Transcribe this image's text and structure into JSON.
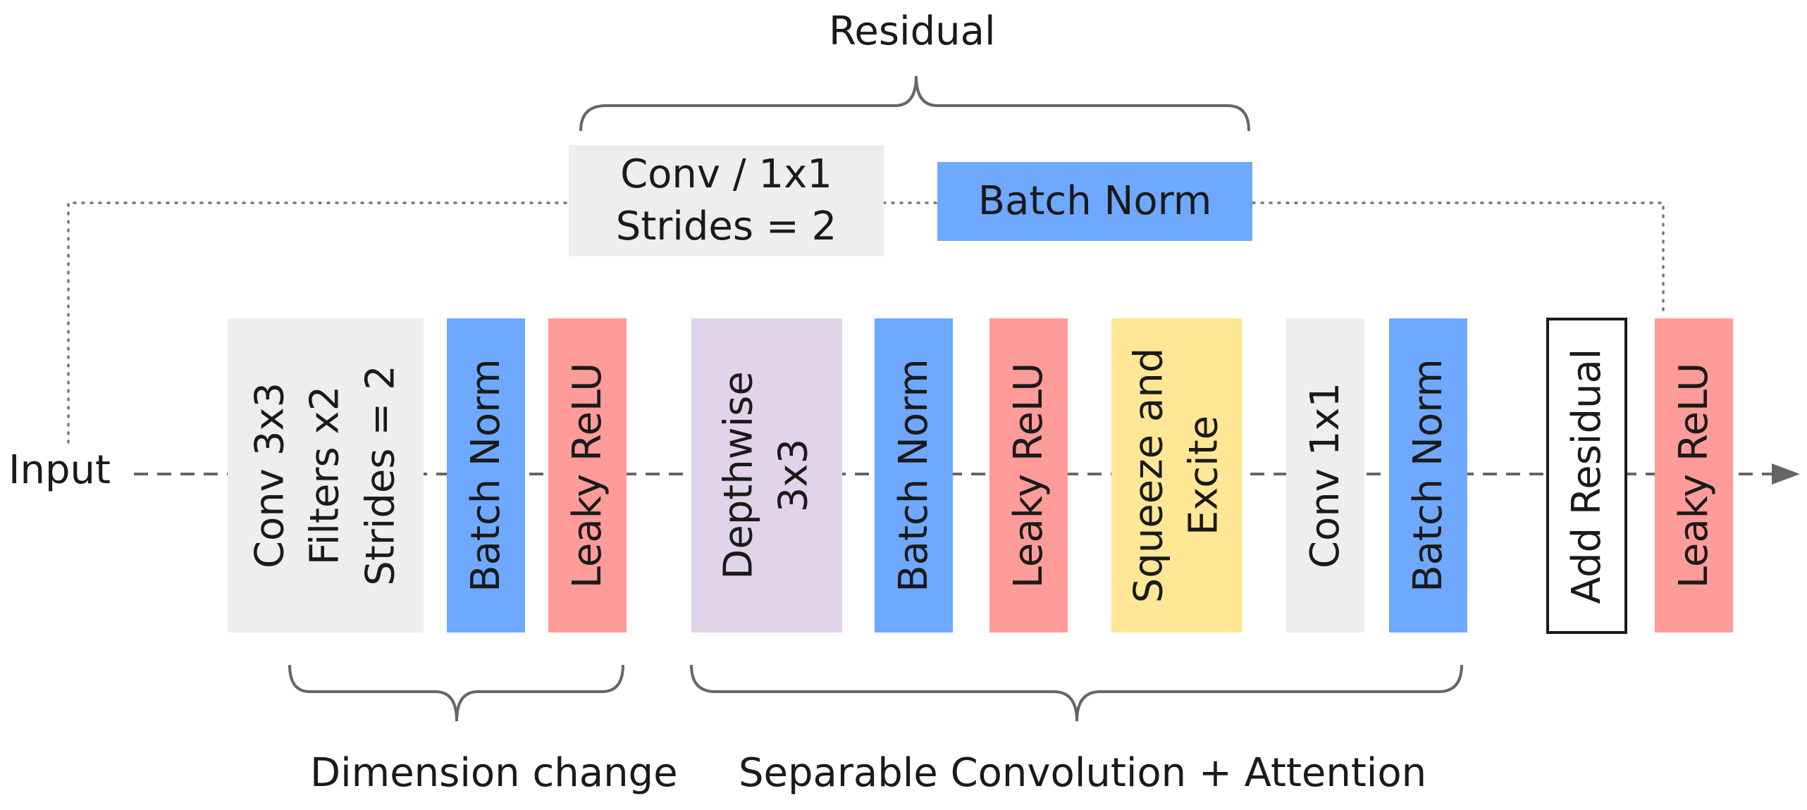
{
  "labels": {
    "residual": "Residual",
    "input": "Input",
    "dimension_change": "Dimension change",
    "separable_attention": "Separable Convolution + Attention"
  },
  "residual_branch": {
    "conv": {
      "line1": "Conv / 1x1",
      "line2": "Strides = 2",
      "color": "#eeeeee"
    },
    "batch_norm": {
      "text": "Batch Norm",
      "color": "#6fa8ff"
    }
  },
  "main_blocks": [
    {
      "lines": [
        "Conv 3x3",
        "Filters x2",
        "Strides = 2"
      ],
      "color": "#eeeeee"
    },
    {
      "lines": [
        "Batch Norm"
      ],
      "color": "#6fa8ff"
    },
    {
      "lines": [
        "Leaky ReLU"
      ],
      "color": "#ff9b98"
    },
    {
      "lines": [
        "Depthwise",
        "3x3"
      ],
      "color": "#e0d3ea"
    },
    {
      "lines": [
        "Batch Norm"
      ],
      "color": "#6fa8ff"
    },
    {
      "lines": [
        "Leaky ReLU"
      ],
      "color": "#ff9b98"
    },
    {
      "lines": [
        "Squeeze and",
        "Excite"
      ],
      "color": "#ffe796"
    },
    {
      "lines": [
        "Conv 1x1"
      ],
      "color": "#eeeeee"
    },
    {
      "lines": [
        "Batch Norm"
      ],
      "color": "#6fa8ff"
    },
    {
      "lines": [
        "Add Residual"
      ],
      "color": "#ffffff"
    },
    {
      "lines": [
        "Leaky ReLU"
      ],
      "color": "#ff9b98"
    }
  ]
}
